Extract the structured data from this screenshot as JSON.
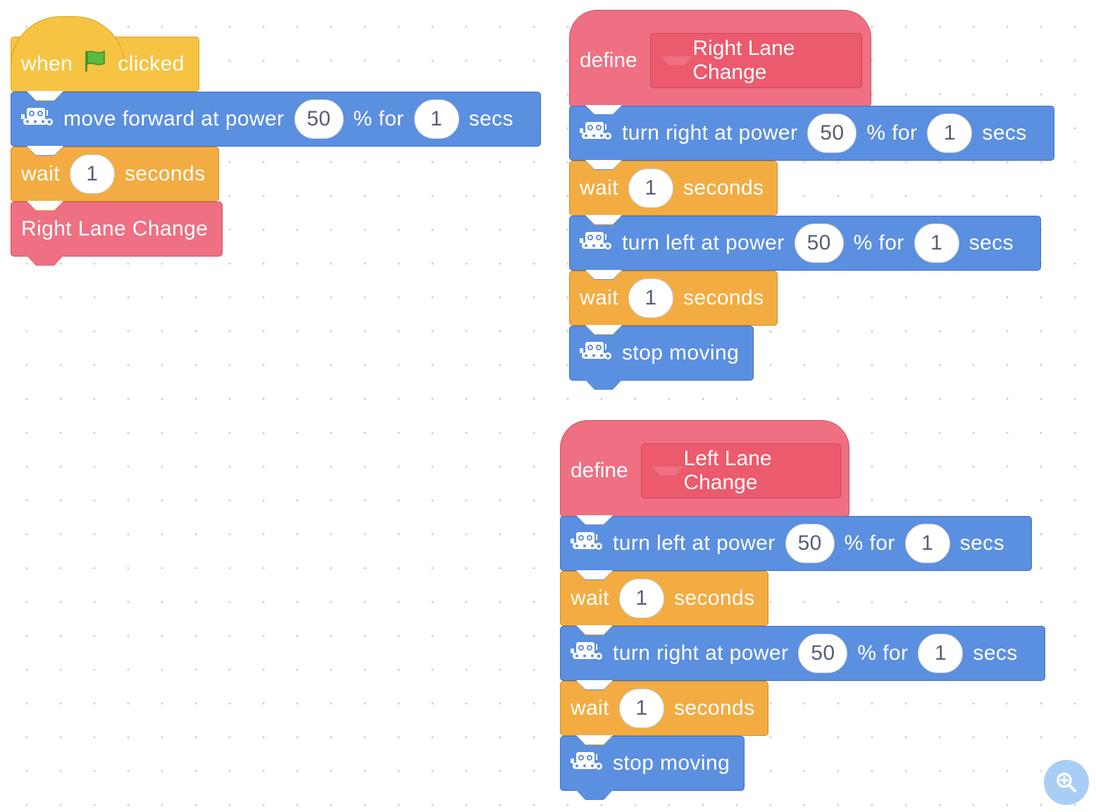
{
  "script_main": {
    "hat": {
      "when": "when",
      "clicked": "clicked",
      "icon": "green-flag-icon"
    },
    "move": {
      "label": "move forward at power",
      "power": "50",
      "for": "% for",
      "time": "1",
      "unit": "secs",
      "icon": "robot-icon"
    },
    "wait": {
      "label": "wait",
      "value": "1",
      "unit": "seconds"
    },
    "call": {
      "label": "Right Lane Change"
    }
  },
  "script_right": {
    "define": "define",
    "name": "Right Lane Change",
    "turn1": {
      "label": "turn right at power",
      "power": "50",
      "for": "% for",
      "time": "1",
      "unit": "secs"
    },
    "wait1": {
      "label": "wait",
      "value": "1",
      "unit": "seconds"
    },
    "turn2": {
      "label": "turn left at power",
      "power": "50",
      "for": "% for",
      "time": "1",
      "unit": "secs"
    },
    "wait2": {
      "label": "wait",
      "value": "1",
      "unit": "seconds"
    },
    "stop": {
      "label": "stop moving"
    }
  },
  "script_left": {
    "define": "define",
    "name": "Left Lane Change",
    "turn1": {
      "label": "turn left at power",
      "power": "50",
      "for": "% for",
      "time": "1",
      "unit": "secs"
    },
    "wait1": {
      "label": "wait",
      "value": "1",
      "unit": "seconds"
    },
    "turn2": {
      "label": "turn right at power",
      "power": "50",
      "for": "% for",
      "time": "1",
      "unit": "secs"
    },
    "wait2": {
      "label": "wait",
      "value": "1",
      "unit": "seconds"
    },
    "stop": {
      "label": "stop moving"
    }
  },
  "zoom": {
    "icon": "zoom-in-icon"
  },
  "colors": {
    "motion": "#5b8fe0",
    "control": "#f2ac42",
    "event": "#f6c343",
    "my_blocks": "#ee7082",
    "canvas": "#ffffff"
  }
}
